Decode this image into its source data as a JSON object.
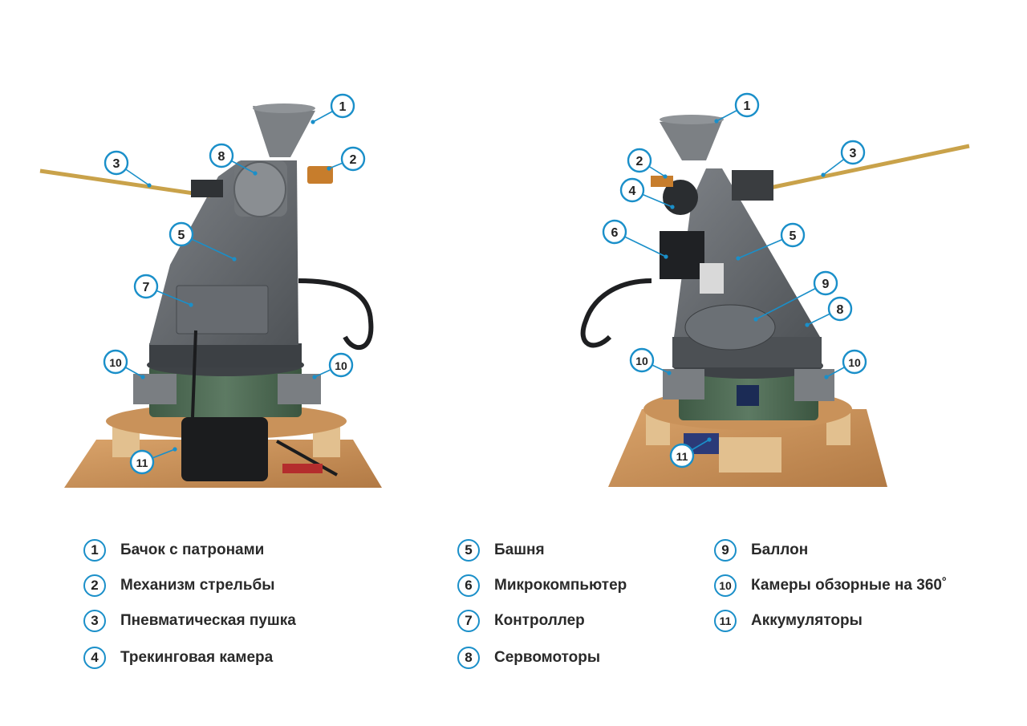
{
  "accent_color": "#1a8fc9",
  "legend": [
    {
      "n": "1",
      "text": "Бачок с патронами"
    },
    {
      "n": "2",
      "text": "Механизм стрельбы"
    },
    {
      "n": "3",
      "text": "Пневматическая пушка"
    },
    {
      "n": "4",
      "text": "Трекинговая камера"
    },
    {
      "n": "5",
      "text": "Башня"
    },
    {
      "n": "6",
      "text": "Микрокомпьютер"
    },
    {
      "n": "7",
      "text": "Контроллер"
    },
    {
      "n": "8",
      "text": "Сервомоторы"
    },
    {
      "n": "9",
      "text": "Баллон"
    },
    {
      "n": "10",
      "text": "Камеры обзорные на 360˚"
    },
    {
      "n": "11",
      "text": "Аккумуляторы"
    }
  ],
  "left_callouts": [
    "1",
    "2",
    "3",
    "5",
    "7",
    "8",
    "10",
    "10",
    "11"
  ],
  "right_callouts": [
    "1",
    "2",
    "3",
    "4",
    "5",
    "6",
    "8",
    "9",
    "10",
    "10",
    "11"
  ]
}
